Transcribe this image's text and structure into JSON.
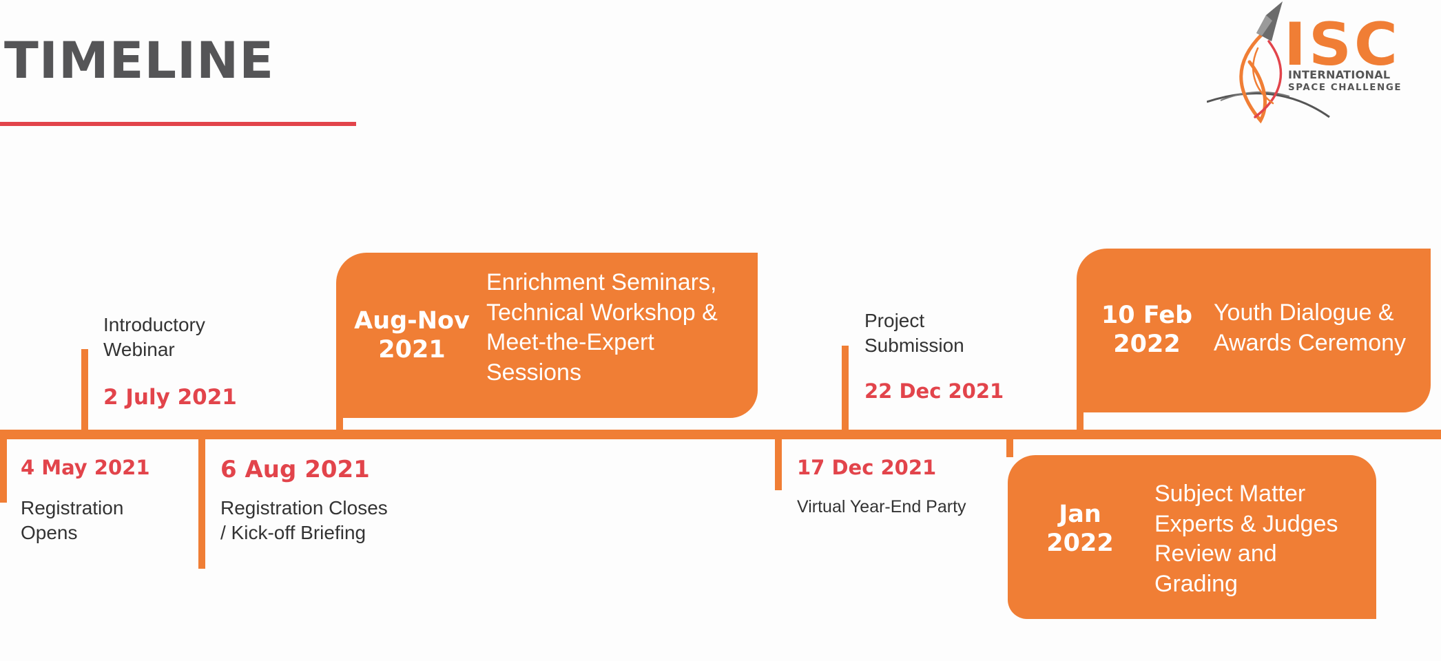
{
  "header": {
    "title": "TIMELINE"
  },
  "logo": {
    "letters": "ISC",
    "line1": "INTERNATIONAL",
    "line2": "SPACE CHALLENGE"
  },
  "colors": {
    "accent_orange": "#f07e35",
    "date_red": "#e2444b",
    "title_gray": "#555557",
    "text_dark": "#333333",
    "background": "#fdfdfd"
  },
  "milestones": [
    {
      "date": "4 May 2021",
      "label": "Registration\nOpens"
    },
    {
      "date": "2 July 2021",
      "label": "Introductory\nWebinar"
    },
    {
      "date": "6 Aug 2021",
      "label": "Registration Closes\n/ Kick-off Briefing"
    },
    {
      "date": "Aug-Nov\n2021",
      "label": "Enrichment Seminars,\nTechnical Workshop &\nMeet-the-Expert\nSessions"
    },
    {
      "date": "17 Dec 2021",
      "label": "Virtual Year-End Party"
    },
    {
      "date": "22 Dec 2021",
      "label": "Project\nSubmission"
    },
    {
      "date": "Jan\n2022",
      "label": "Subject Matter\nExperts & Judges\nReview and\nGrading"
    },
    {
      "date": "10 Feb\n2022",
      "label": "Youth Dialogue &\nAwards Ceremony"
    }
  ]
}
